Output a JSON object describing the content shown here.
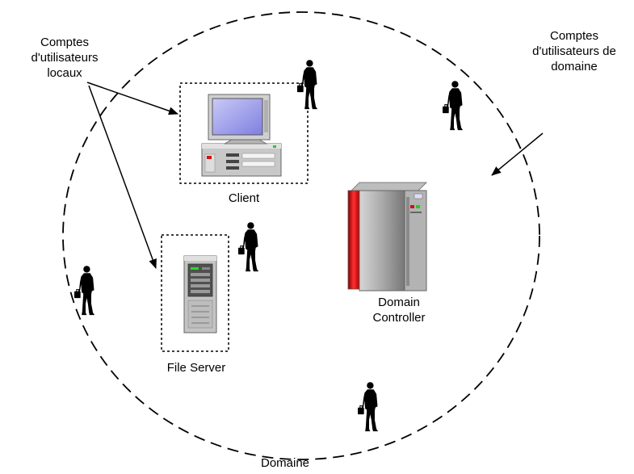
{
  "labels": {
    "local_accounts": [
      "Comptes",
      "d'utilisateurs",
      "locaux"
    ],
    "domain_accounts": [
      "Comptes",
      "d'utilisateurs de",
      "domaine"
    ],
    "client": "Client",
    "file_server": "File Server",
    "domain_controller": [
      "Domain",
      "Controller"
    ],
    "domain": "Domaine"
  },
  "colors": {
    "line": "#000000",
    "monitor_screen": "#8f8fe8",
    "pc_body": "#c8c8c8",
    "controller_red": "#d41010",
    "controller_gray": "#9a9a9a",
    "person": "#000000"
  },
  "icons": [
    "desktop-computer-icon",
    "file-server-tower-icon",
    "domain-controller-cabinet-icon",
    "business-person-icon"
  ]
}
